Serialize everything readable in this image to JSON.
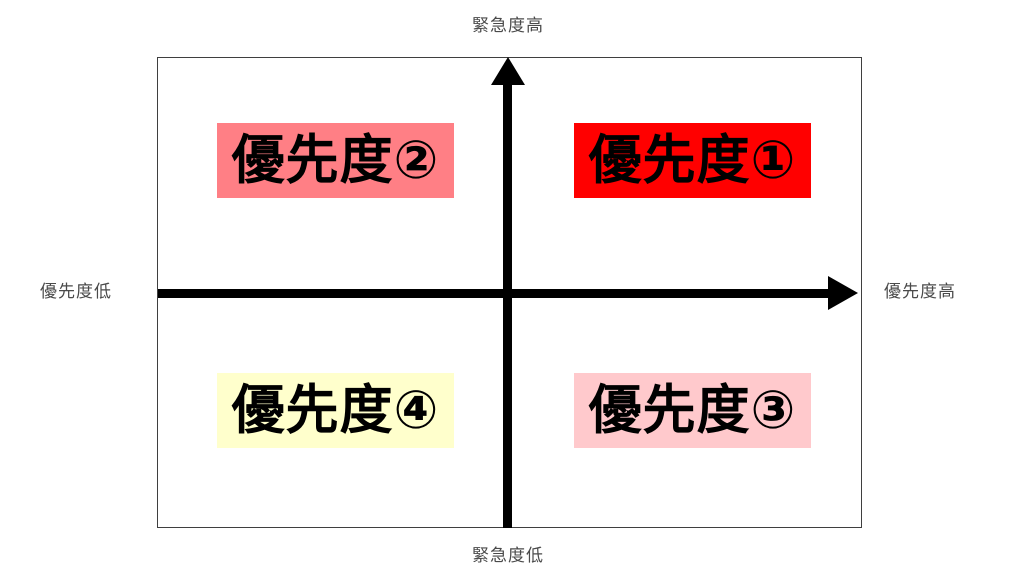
{
  "matrix": {
    "axis_labels": {
      "top": "緊急度高",
      "bottom": "緊急度低",
      "left": "優先度低",
      "right": "優先度高"
    },
    "quadrants": {
      "top_left": {
        "label": "優先度②",
        "bg": "#FF7F85"
      },
      "top_right": {
        "label": "優先度①",
        "bg": "#FF0000"
      },
      "bottom_left": {
        "label": "優先度④",
        "bg": "#FFFFCC"
      },
      "bottom_right": {
        "label": "優先度③",
        "bg": "#FFC9CC"
      }
    },
    "colors": {
      "axis": "#000000",
      "box_border": "#3f3f3f",
      "quadrant_text": "#000000",
      "edge_label_text": "#4a4a4a",
      "background": "#ffffff"
    }
  }
}
